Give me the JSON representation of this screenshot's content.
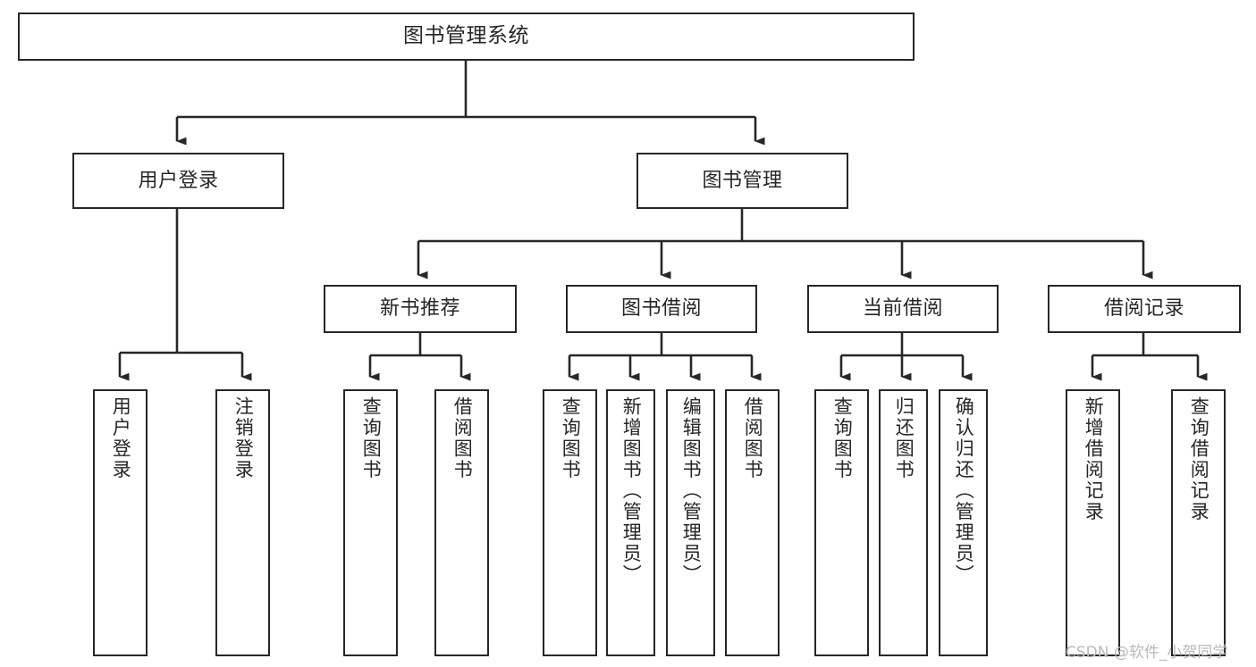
{
  "diagram": {
    "type": "tree-hierarchy",
    "title": "图书管理系统",
    "orientation": "top-down",
    "line_color": "#272727",
    "box_fill": "#ffffff",
    "text_color": "#262626",
    "nodes": {
      "root": {
        "label": "图书管理系统"
      },
      "level2": [
        {
          "label": "用户登录"
        },
        {
          "label": "图书管理"
        }
      ],
      "level3": [
        {
          "label": "新书推荐"
        },
        {
          "label": "图书借阅"
        },
        {
          "label": "当前借阅"
        },
        {
          "label": "借阅记录"
        }
      ],
      "leaves_user_login": [
        {
          "label": "用户登录"
        },
        {
          "label": "注销登录"
        }
      ],
      "leaves_new_book": [
        {
          "label": "查询图书"
        },
        {
          "label": "借阅图书"
        }
      ],
      "leaves_borrow": [
        {
          "label": "查询图书"
        },
        {
          "label": "新增图书（管理员）"
        },
        {
          "label": "编辑图书（管理员）"
        },
        {
          "label": "借阅图书"
        }
      ],
      "leaves_current": [
        {
          "label": "查询图书"
        },
        {
          "label": "归还图书"
        },
        {
          "label": "确认归还（管理员）"
        }
      ],
      "leaves_record": [
        {
          "label": "新增借阅记录"
        },
        {
          "label": "查询借阅记录"
        }
      ]
    }
  },
  "watermark": {
    "text": "CSDN @软件_小贺同学"
  }
}
